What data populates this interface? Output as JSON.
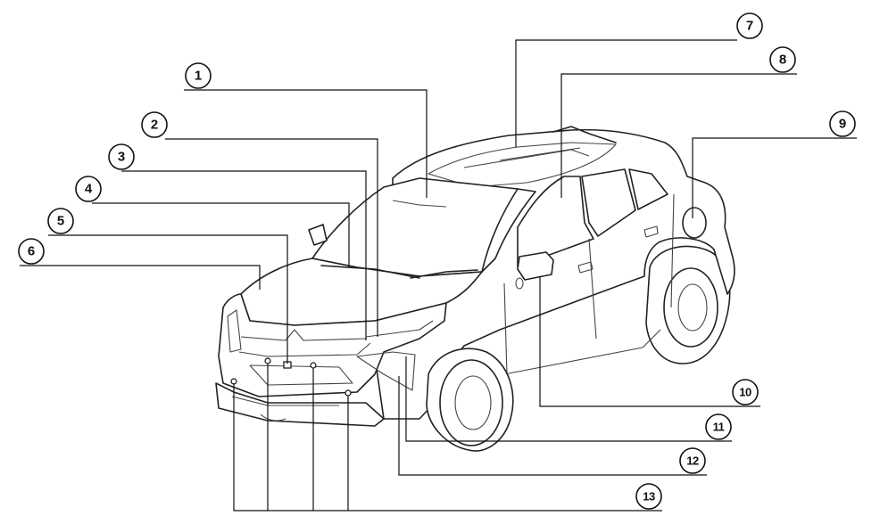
{
  "callouts": [
    {
      "id": 1,
      "label": "1"
    },
    {
      "id": 2,
      "label": "2"
    },
    {
      "id": 3,
      "label": "3"
    },
    {
      "id": 4,
      "label": "4"
    },
    {
      "id": 5,
      "label": "5"
    },
    {
      "id": 6,
      "label": "6"
    },
    {
      "id": 7,
      "label": "7"
    },
    {
      "id": 8,
      "label": "8"
    },
    {
      "id": 9,
      "label": "9"
    },
    {
      "id": 10,
      "label": "10"
    },
    {
      "id": 11,
      "label": "11"
    },
    {
      "id": 12,
      "label": "12"
    },
    {
      "id": 13,
      "label": "13"
    }
  ],
  "colors": {
    "line": "#111111",
    "background": "#ffffff"
  },
  "illustration": "suv-car-icon"
}
